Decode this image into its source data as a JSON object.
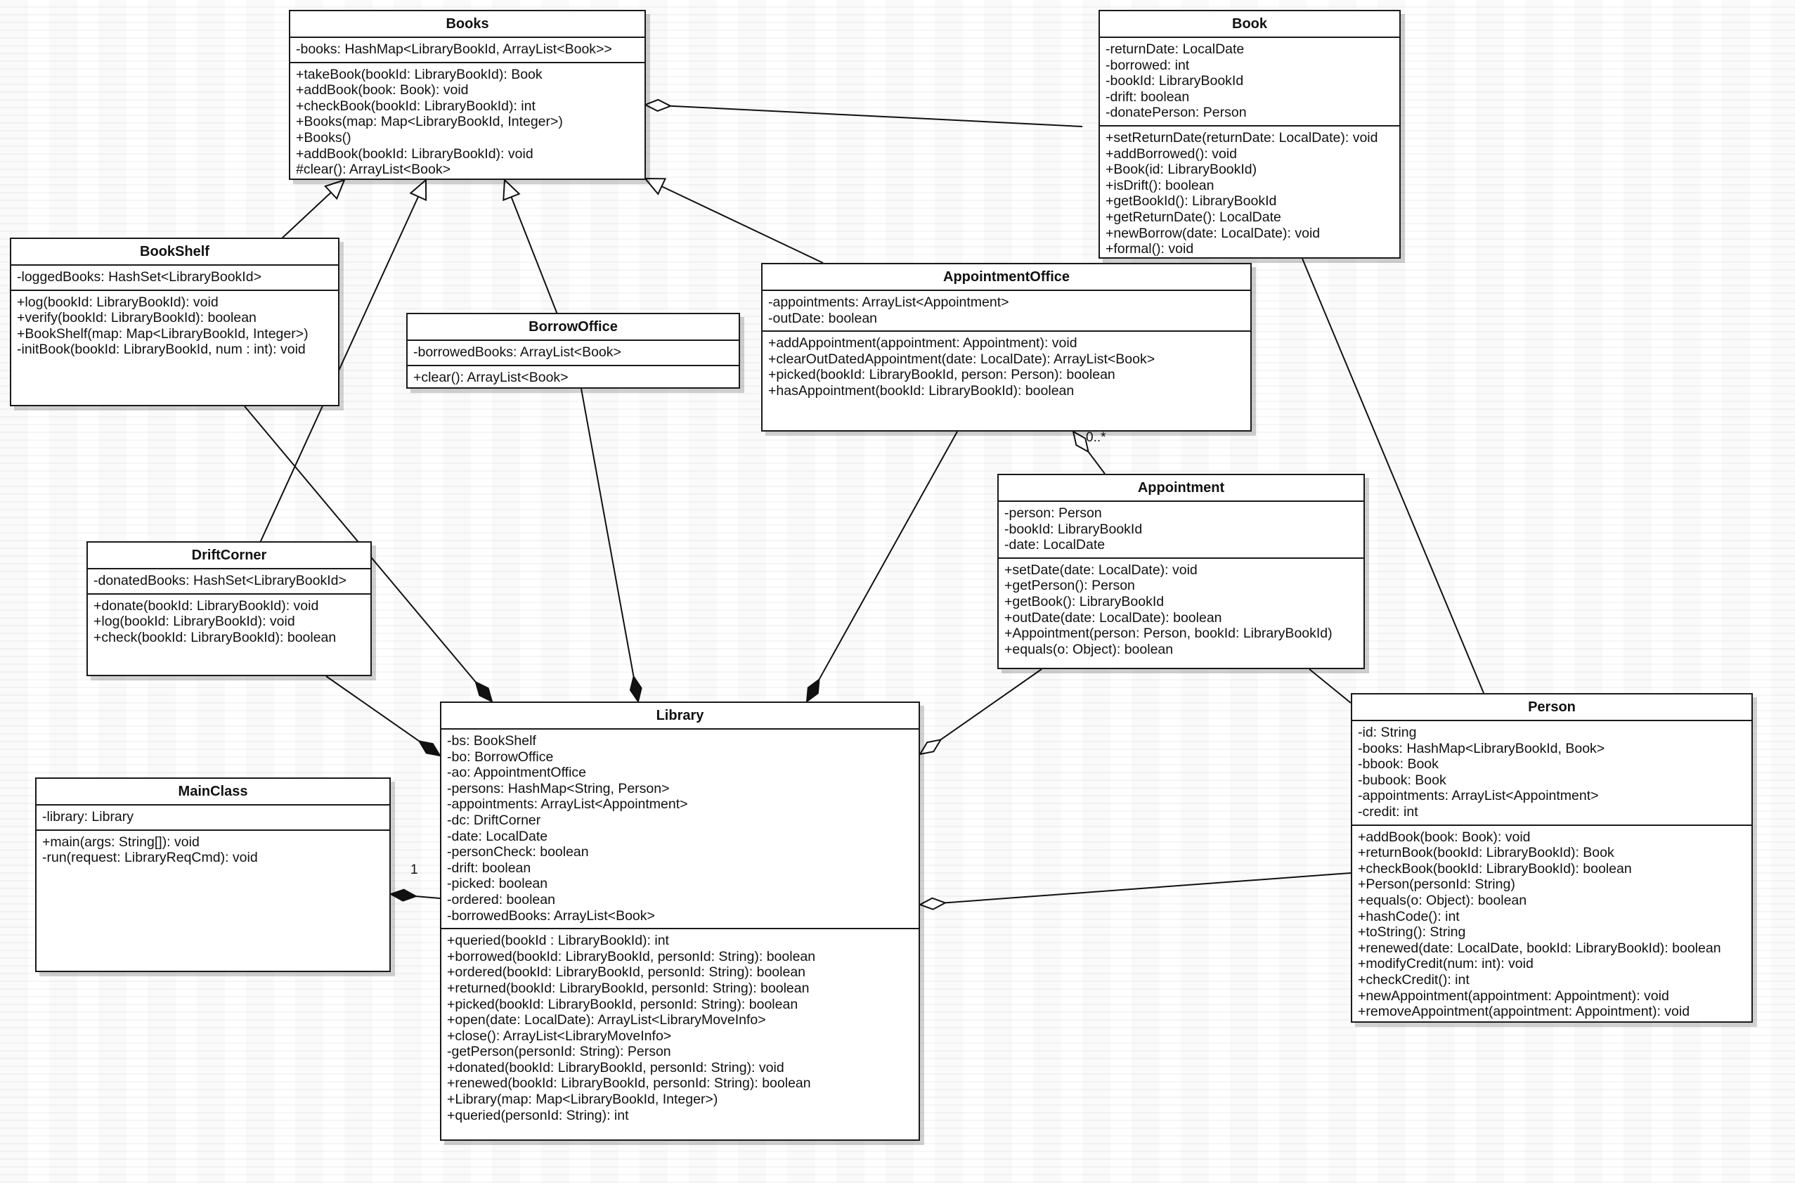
{
  "diagram": {
    "classes": [
      {
        "id": "books",
        "name": "Books",
        "attributes": [
          "-books: HashMap<LibraryBookId, ArrayList<Book>>"
        ],
        "operations": [
          "+takeBook(bookId: LibraryBookId): Book",
          "+addBook(book: Book): void",
          "+checkBook(bookId: LibraryBookId): int",
          "+Books(map: Map<LibraryBookId, Integer>)",
          "+Books()",
          "+addBook(bookId: LibraryBookId): void",
          "#clear(): ArrayList<Book>"
        ]
      },
      {
        "id": "book",
        "name": "Book",
        "attributes": [
          "-returnDate: LocalDate",
          "-borrowed: int",
          "-bookId: LibraryBookId",
          "-drift: boolean",
          "-donatePerson: Person"
        ],
        "operations": [
          "+setReturnDate(returnDate: LocalDate): void",
          "+addBorrowed(): void",
          "+Book(id: LibraryBookId)",
          "+isDrift(): boolean",
          "+getBookId(): LibraryBookId",
          "+getReturnDate(): LocalDate",
          "+newBorrow(date: LocalDate): void",
          "+formal(): void"
        ]
      },
      {
        "id": "bookshelf",
        "name": "BookShelf",
        "attributes": [
          "-loggedBooks: HashSet<LibraryBookId>"
        ],
        "operations": [
          "+log(bookId: LibraryBookId): void",
          "+verify(bookId: LibraryBookId): boolean",
          "+BookShelf(map: Map<LibraryBookId, Integer>)",
          "-initBook(bookId: LibraryBookId, num : int): void"
        ]
      },
      {
        "id": "borrowoffice",
        "name": "BorrowOffice",
        "attributes": [
          "-borrowedBooks: ArrayList<Book>"
        ],
        "operations": [
          "+clear(): ArrayList<Book>"
        ]
      },
      {
        "id": "appointmentoffice",
        "name": "AppointmentOffice",
        "attributes": [
          "-appointments: ArrayList<Appointment>",
          "-outDate: boolean"
        ],
        "operations": [
          "+addAppointment(appointment: Appointment): void",
          "+clearOutDatedAppointment(date: LocalDate): ArrayList<Book>",
          "+picked(bookId: LibraryBookId, person: Person): boolean",
          "+hasAppointment(bookId: LibraryBookId): boolean"
        ]
      },
      {
        "id": "appointment",
        "name": "Appointment",
        "attributes": [
          "-person: Person",
          "-bookId: LibraryBookId",
          "-date: LocalDate"
        ],
        "operations": [
          "+setDate(date: LocalDate): void",
          "+getPerson(): Person",
          "+getBook(): LibraryBookId",
          "+outDate(date: LocalDate): boolean",
          "+Appointment(person: Person, bookId: LibraryBookId)",
          "+equals(o: Object): boolean"
        ]
      },
      {
        "id": "driftcorner",
        "name": "DriftCorner",
        "attributes": [
          "-donatedBooks: HashSet<LibraryBookId>"
        ],
        "operations": [
          "+donate(bookId: LibraryBookId): void",
          "+log(bookId: LibraryBookId): void",
          "+check(bookId: LibraryBookId): boolean"
        ]
      },
      {
        "id": "library",
        "name": "Library",
        "attributes": [
          "-bs: BookShelf",
          "-bo: BorrowOffice",
          "-ao: AppointmentOffice",
          "-persons: HashMap<String, Person>",
          "-appointments: ArrayList<Appointment>",
          "-dc: DriftCorner",
          "-date: LocalDate",
          "-personCheck: boolean",
          "-drift: boolean",
          "-picked: boolean",
          "-ordered: boolean",
          "-borrowedBooks: ArrayList<Book>"
        ],
        "operations": [
          "+queried(bookId : LibraryBookId): int",
          "+borrowed(bookId: LibraryBookId, personId: String): boolean",
          "+ordered(bookId: LibraryBookId, personId: String): boolean",
          "+returned(bookId: LibraryBookId, personId: String): boolean",
          "+picked(bookId: LibraryBookId, personId: String): boolean",
          "+open(date: LocalDate): ArrayList<LibraryMoveInfo>",
          "+close(): ArrayList<LibraryMoveInfo>",
          "-getPerson(personId: String): Person",
          "+donated(bookId: LibraryBookId, personId: String): void",
          "+renewed(bookId: LibraryBookId, personId: String): boolean",
          "+Library(map: Map<LibraryBookId, Integer>)",
          "+queried(personId: String): int"
        ]
      },
      {
        "id": "mainclass",
        "name": "MainClass",
        "attributes": [
          "-library: Library"
        ],
        "operations": [
          "+main(args: String[]): void",
          "-run(request: LibraryReqCmd): void"
        ]
      },
      {
        "id": "person",
        "name": "Person",
        "attributes": [
          "-id: String",
          "-books: HashMap<LibraryBookId, Book>",
          "-bbook: Book",
          "-bubook: Book",
          "-appointments: ArrayList<Appointment>",
          "-credit: int"
        ],
        "operations": [
          "+addBook(book: Book): void",
          "+returnBook(bookId: LibraryBookId): Book",
          "+checkBook(bookId: LibraryBookId): boolean",
          "+Person(personId: String)",
          "+equals(o: Object): boolean",
          "+hashCode(): int",
          "+toString(): String",
          "+renewed(date: LocalDate, bookId: LibraryBookId): boolean",
          "+modifyCredit(num: int): void",
          "+checkCredit(): int",
          "+newAppointment(appointment: Appointment): void",
          "+removeAppointment(appointment: Appointment): void"
        ]
      }
    ],
    "relationships": [
      {
        "from": "bookshelf",
        "to": "books",
        "kind": "generalization"
      },
      {
        "from": "driftcorner",
        "to": "books",
        "kind": "generalization"
      },
      {
        "from": "borrowoffice",
        "to": "books",
        "kind": "generalization"
      },
      {
        "from": "appointmentoffice",
        "to": "books",
        "kind": "generalization"
      },
      {
        "from": "book",
        "to": "books",
        "kind": "aggregation"
      },
      {
        "from": "appointment",
        "to": "appointmentoffice",
        "kind": "aggregation",
        "multiplicity": "0..*"
      },
      {
        "from": "bookshelf",
        "to": "library",
        "kind": "composition"
      },
      {
        "from": "borrowoffice",
        "to": "library",
        "kind": "composition"
      },
      {
        "from": "appointmentoffice",
        "to": "library",
        "kind": "composition"
      },
      {
        "from": "driftcorner",
        "to": "library",
        "kind": "composition"
      },
      {
        "from": "library",
        "to": "mainclass",
        "kind": "composition",
        "multiplicity": "1"
      },
      {
        "from": "appointment",
        "to": "library",
        "kind": "aggregation"
      },
      {
        "from": "person",
        "to": "library",
        "kind": "aggregation"
      },
      {
        "from": "book",
        "to": "person",
        "kind": "association"
      },
      {
        "from": "appointment",
        "to": "person",
        "kind": "association"
      }
    ]
  }
}
